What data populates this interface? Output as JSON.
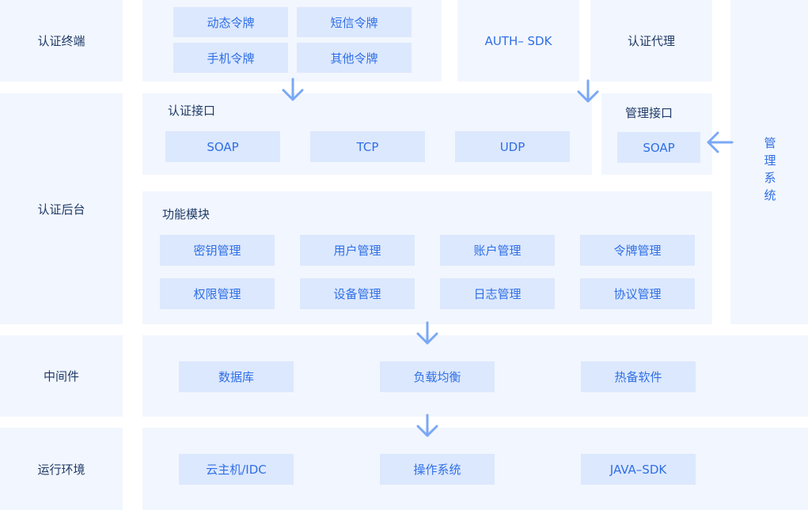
{
  "layers": {
    "auth_terminal": "认证终端",
    "auth_backend": "认证后台",
    "middleware": "中间件",
    "runtime_env": "运行环境"
  },
  "terminal": {
    "tokens": [
      "动态令牌",
      "短信令牌",
      "手机令牌",
      "其他令牌"
    ],
    "sdk": "AUTH– SDK",
    "proxy": "认证代理"
  },
  "auth_interface": {
    "title": "认证接口",
    "protocols": [
      "SOAP",
      "TCP",
      "UDP"
    ]
  },
  "mgmt_interface": {
    "title": "管理接口",
    "protocol": "SOAP"
  },
  "mgmt_system": [
    "管",
    "理",
    "系",
    "统"
  ],
  "modules": {
    "title": "功能模块",
    "items": [
      "密钥管理",
      "用户管理",
      "账户管理",
      "令牌管理",
      "权限管理",
      "设备管理",
      "日志管理",
      "协议管理"
    ]
  },
  "middleware_items": [
    "数据库",
    "负载均衡",
    "热备软件"
  ],
  "runtime_items": [
    "云主机/IDC",
    "操作系统",
    "JAVA–SDK"
  ],
  "colors": {
    "panel": "#f2f6fe",
    "chip": "#dce8fd",
    "accent": "#2f6fe6",
    "arrow": "#7aa8f5"
  }
}
